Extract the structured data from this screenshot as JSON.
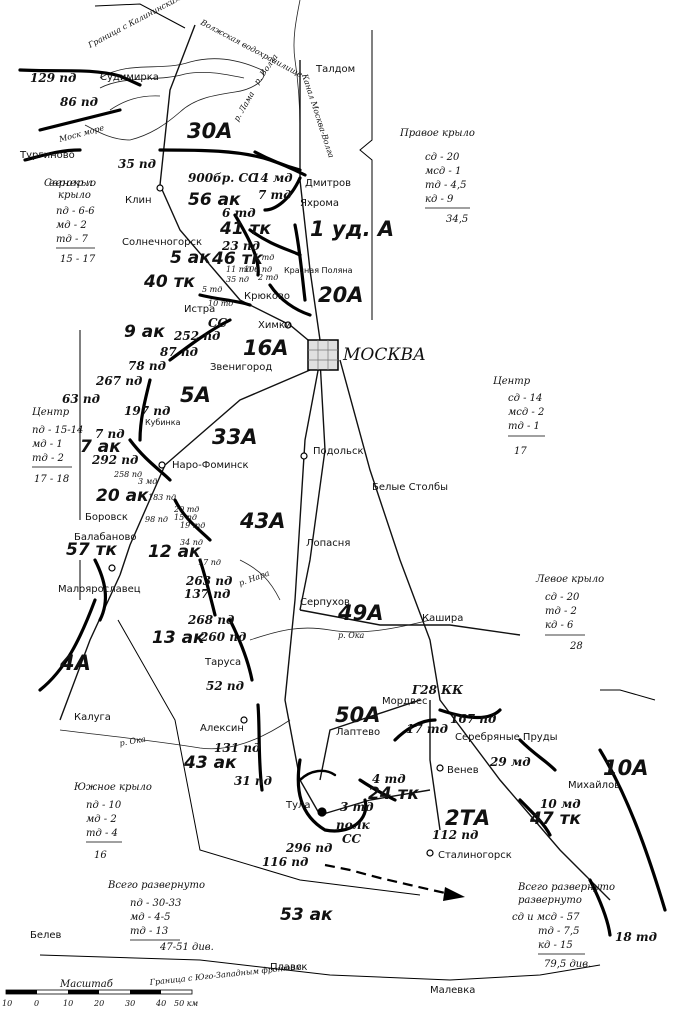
{
  "top_labels": {
    "kalinin_border": "Граница с Калининским фронтом",
    "reservoir": "Волжская водохранилище",
    "moscow_sea": "Моск море",
    "river_volga": "р. Волга",
    "canal": "Канал Москва-Волга",
    "river_lama": "р. Лама"
  },
  "cities": {
    "talдom": "Талдом",
    "dmitrov": "Дмитров",
    "yakhroma": "Яхрома",
    "krasnaya_polyana": "Красная Поляна",
    "kryukovo": "Крюково",
    "khimki": "Химки",
    "moscow": "МОСКВА",
    "istra": "Истра",
    "zvenigorod": "Звенигород",
    "kubinka": "Кубинка",
    "naro_fominsk": "Наро-Фоминск",
    "podolsk": "Подольск",
    "belye_stolby": "Белые Столбы",
    "borovsk": "Боровск",
    "balabanovo": "Балабаново",
    "maloyaroslavets": "Малоярославец",
    "lopasnya": "Лопасня",
    "serpukhov": "Серпухов",
    "kashira": "Кашира",
    "tarusa": "Таруса",
    "kaluga": "Калуга",
    "aleksin": "Алексин",
    "tula": "Тула",
    "laptevo": "Лаптево",
    "mordves": "Мордвес",
    "venev": "Венев",
    "serebryanye_prudy": "Серебряные Пруды",
    "stalinogorsk": "Сталиногорск",
    "mikhailov": "Михайлов",
    "belev": "Белев",
    "plavsk": "Плавск",
    "malevka": "Малевка",
    "sudimirka": "Судимирка",
    "turginovo": "Тургиново",
    "klin": "Клин",
    "solnechnogorsk": "Солнечногорск",
    "river_nara": "р. Нара",
    "river_oka_1": "р. Ока",
    "river_oka_2": "р. Ока",
    "sw_border": "Граница с Юго-Западным фронтом"
  },
  "armies": {
    "a30": "30А",
    "a1ud": "1 уд. А",
    "a20": "20А",
    "a16": "16А",
    "a5": "5А",
    "a33": "33А",
    "a43": "43А",
    "a49": "49А",
    "a50": "50А",
    "a4": "4А",
    "a10": "10А",
    "ta2": "2ТА"
  },
  "units": {
    "u129": "129 пд",
    "u86": "86 пд",
    "u35": "35 пд",
    "u900": "900бр. СС",
    "u14md": "14 мд",
    "u7td": "7 тд",
    "u56ak": "56 ак",
    "u6td": "6 тд",
    "u41tk": "41 тк",
    "u23": "23 пд",
    "u5ak": "5 ак",
    "u46tk": "46 тк",
    "u1td": "1 тд",
    "u2td": "2 тд",
    "u11td": "11 тд",
    "u106": "106 пд",
    "u35b": "35 пд",
    "u5td": "5 тд",
    "u40tk": "40 тк",
    "u10td": "10 тд",
    "uss": "СС",
    "u9ak": "9 ак",
    "u252": "252 пд",
    "u87": "87 пд",
    "u78": "78 пд",
    "u267": "267 пд",
    "u63": "63 пд",
    "u197": "197 пд",
    "u7ak": "7 ак",
    "u7pd": "7 пд",
    "u292": "292 пд",
    "u258": "258 пд",
    "u3md": "3 мд",
    "u20ak": "20 ак",
    "u183": "183 пд",
    "u20td": "20 тд",
    "u15": "15 пд",
    "u98": "98 пд",
    "u19td": "19 тд",
    "u34": "34 пд",
    "u57tk": "57 тк",
    "u12ak": "12 ак",
    "u17": "17 пд",
    "u263": "263 пд",
    "u137": "137 пд",
    "u268": "268 пд",
    "u13ak": "13 ак",
    "u260": "260 пд",
    "u52": "52 пд",
    "u131": "131 пд",
    "u43ak": "43 ак",
    "u31": "31 пд",
    "u4td": "4 тд",
    "u24tk": "24 тк",
    "u3td": "3 тд",
    "upolk": "полк",
    "uss2": "СС",
    "u296": "296 пд",
    "u116": "116 пд",
    "u112": "112 пд",
    "u17td": "17 тд",
    "u167": "167 пд",
    "u29md": "29 мд",
    "u10md": "10 мд",
    "u47tk": "47 тк",
    "u18td": "18 тд",
    "u53ak": "53 ак",
    "ugkk": "Г28 КК"
  },
  "legends": {
    "right_wing": {
      "title": "Правое крыло",
      "lines": [
        "сд - 20",
        "мсд - 1",
        "тд - 4,5",
        "кд - 9"
      ],
      "total": "34,5"
    },
    "north_wing": {
      "title": "Северное крыло",
      "lines": [
        "пд - 6-6",
        "мд - 2",
        "тд - 7"
      ],
      "total": "15 - 17"
    },
    "center_left": {
      "title": "Центр",
      "lines": [
        "пд - 15-14",
        "мд - 1",
        "тд - 2"
      ],
      "total": "17 - 18"
    },
    "center_right": {
      "title": "Центр",
      "lines": [
        "сд - 14",
        "мсд - 2",
        "тд - 1"
      ],
      "total": "17"
    },
    "left_wing": {
      "title": "Левое крыло",
      "lines": [
        "сд - 20",
        "тд - 2",
        "кд - 6"
      ],
      "total": "28"
    },
    "south_wing": {
      "title": "Южное крыло",
      "lines": [
        "пд - 10",
        "мд - 2",
        "тд - 4"
      ],
      "total": "16"
    },
    "total_german": {
      "title": "Всего развернуто",
      "lines": [
        "пд - 30-33",
        "мд - 4-5",
        "тд - 13"
      ],
      "total": "47-51 див."
    },
    "total_soviet": {
      "title": "Всего развернуто",
      "lines": [
        "сд и мсд - 57",
        "тд - 7,5",
        "кд - 15"
      ],
      "total": "79,5 див."
    }
  },
  "scale": {
    "title": "Масштаб",
    "ticks": [
      "10",
      "0",
      "10",
      "20",
      "30",
      "40",
      "50 км"
    ]
  },
  "colors": {
    "ink": "#111111",
    "paper": "#ffffff"
  }
}
